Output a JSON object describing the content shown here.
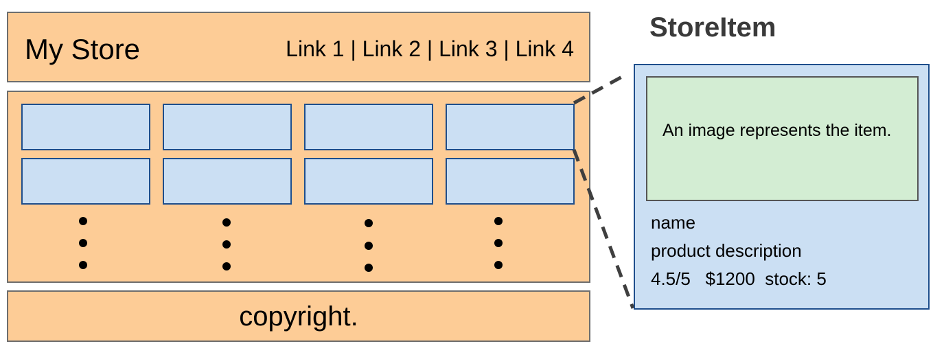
{
  "header": {
    "title": "My Store",
    "links": "Link 1 | Link 2 | Link 3 | Link 4"
  },
  "grid": {
    "columns": 4,
    "rows_shown": 2,
    "continuation": "vertical-ellipsis"
  },
  "footer": {
    "text": "copyright."
  },
  "store_item": {
    "title": "StoreItem",
    "image_text": "An image represents the item.",
    "name": "name",
    "description": "product description",
    "meta": "4.5/5   $1200  stock: 5"
  },
  "colors": {
    "layout_fill": "#fdcc96",
    "cell_fill": "#cbdff3",
    "cell_border": "#1e4e8c",
    "image_fill": "#d3edd3"
  }
}
